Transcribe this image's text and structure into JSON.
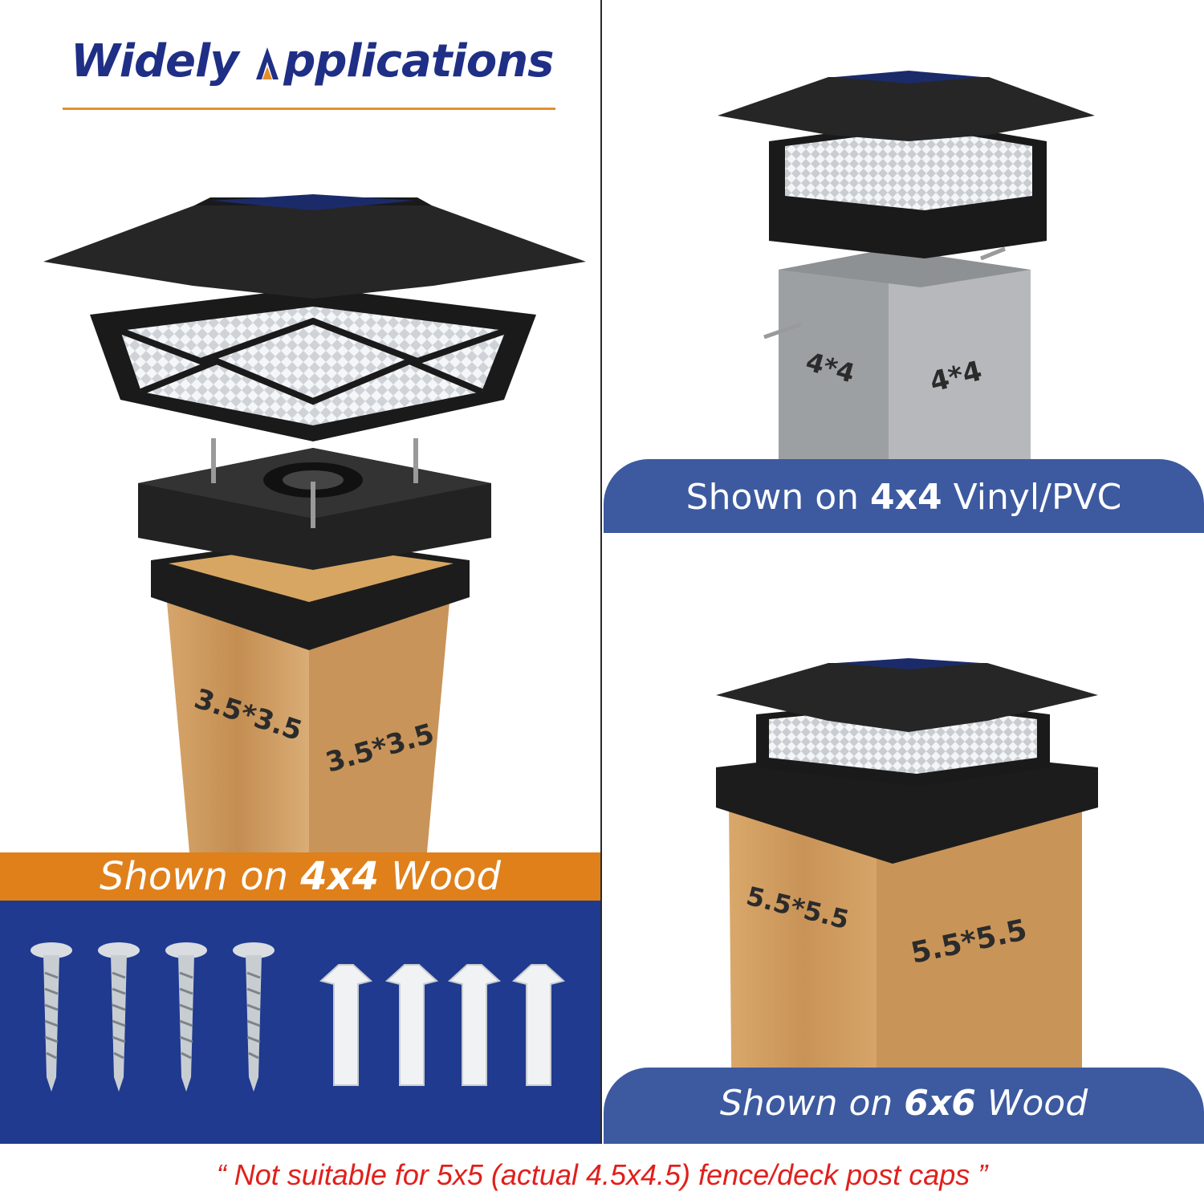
{
  "header": {
    "title_part1": "Widely ",
    "title_part2": "pplications",
    "title_accent_color": "#e38f2c",
    "title_color": "#1f2f86"
  },
  "panels": {
    "left": {
      "dim_a": "3.5*3.5",
      "dim_b": "3.5*3.5",
      "caption_prefix": "Shown on ",
      "caption_bold": "4x4",
      "caption_suffix": " Wood",
      "caption_bg": "#e0801a"
    },
    "right_top": {
      "dim_a": "4*4",
      "dim_b": "4*4",
      "caption_prefix": "Shown on ",
      "caption_bold": "4x4",
      "caption_suffix": " Vinyl/PVC"
    },
    "right_bottom": {
      "dim_a": "5.5*5.5",
      "dim_b": "5.5*5.5",
      "caption_prefix": "Shown on ",
      "caption_bold": "6x6",
      "caption_suffix": " Wood"
    }
  },
  "hardware": {
    "screws": 4,
    "anchors": 4,
    "bg": "#1f3a8f"
  },
  "footer": {
    "note": "“ Not suitable for 5x5 (actual 4.5x4.5) fence/deck post caps ”",
    "color": "#e0201c"
  },
  "icons": [
    "solar-post-cap-icon",
    "screw-icon",
    "wall-anchor-icon"
  ]
}
